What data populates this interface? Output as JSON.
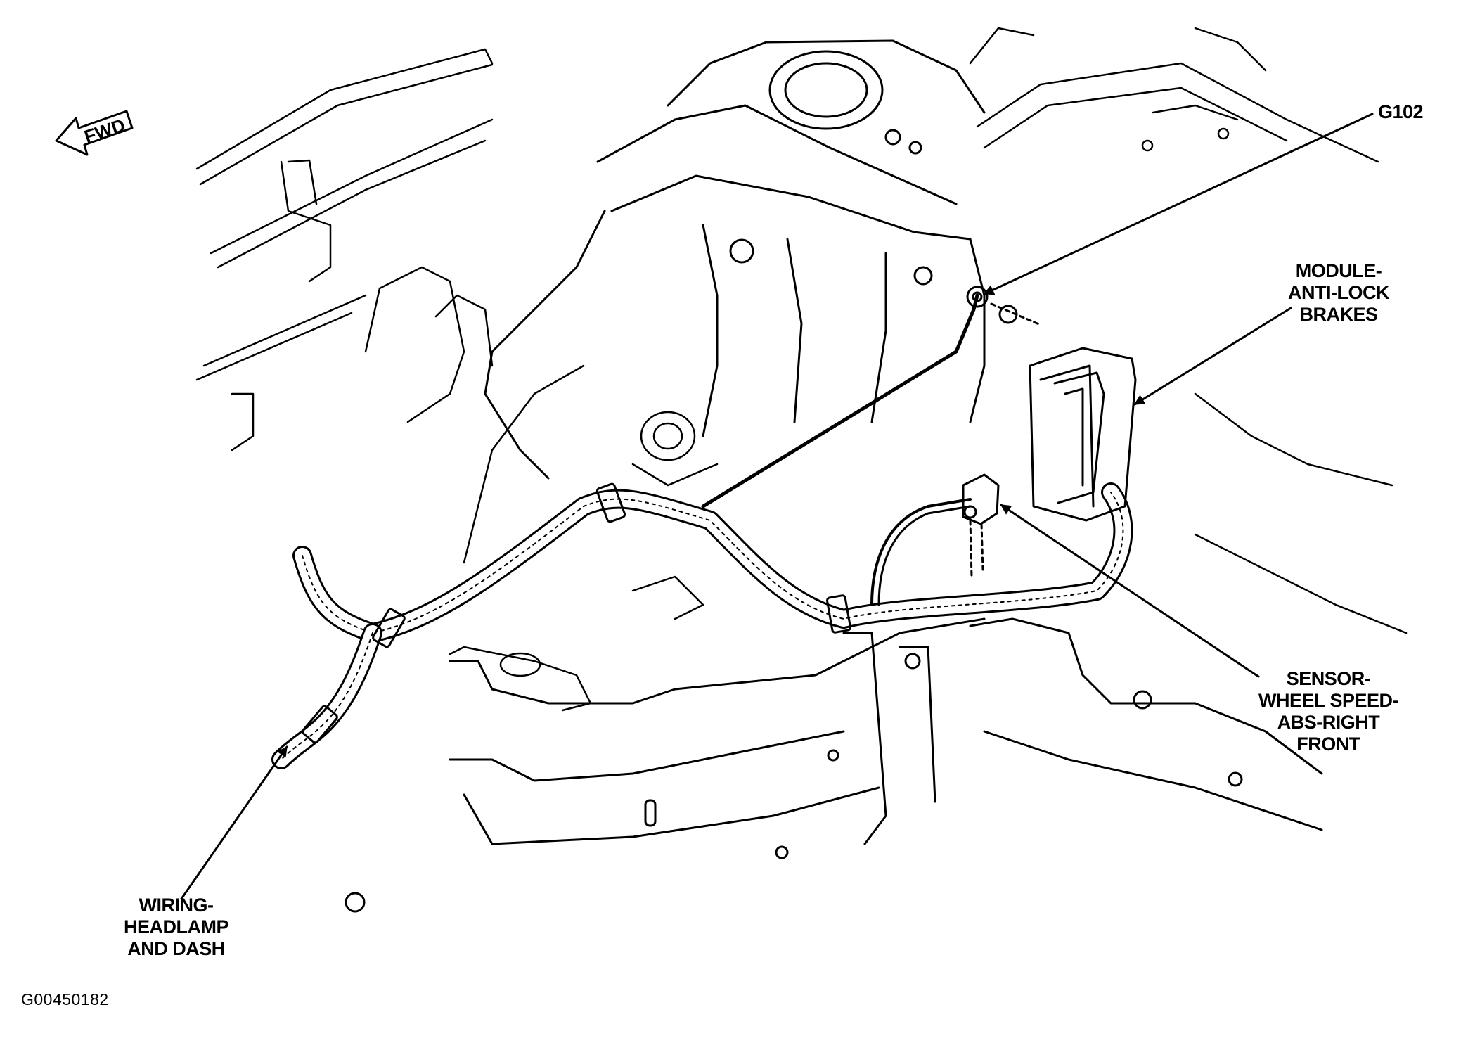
{
  "figure": {
    "orientation_badge": "FWD",
    "image_code": "G00450182"
  },
  "callouts": {
    "ground": {
      "line1": "G102"
    },
    "abs_module": {
      "line1": "MODULE-",
      "line2": "ANTI-LOCK",
      "line3": "BRAKES"
    },
    "wheel_speed_sensor": {
      "line1": "SENSOR-",
      "line2": "WHEEL SPEED-",
      "line3": "ABS-RIGHT",
      "line4": "FRONT"
    },
    "harness": {
      "line1": "WIRING-",
      "line2": "HEADLAMP",
      "line3": "AND DASH"
    }
  },
  "colors": {
    "ink": "#000000",
    "paper": "#ffffff"
  }
}
